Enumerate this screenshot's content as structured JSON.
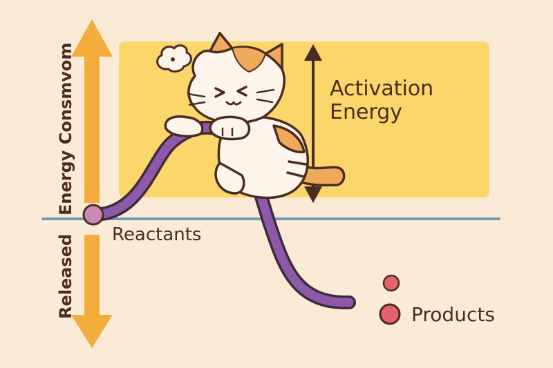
{
  "diagram": {
    "axis_upper_label": "Energy Consmvom",
    "axis_lower_label": "Released",
    "activation_label_line1": "Activation",
    "activation_label_line2": "Energy",
    "reactants_label": "Reactants",
    "products_label": "Products"
  },
  "colors": {
    "background": "#fbebd6",
    "activation_box": "#fad66b",
    "axis_arrow": "#f4ac3a",
    "baseline": "#6e9cb2",
    "curve": "#8e59a8",
    "reactant_dot": "#c98ab3",
    "product_dot": "#e4626a",
    "ink": "#4a2c22",
    "cat_white": "#fdf5ea",
    "cat_orange": "#eeaa5a"
  }
}
